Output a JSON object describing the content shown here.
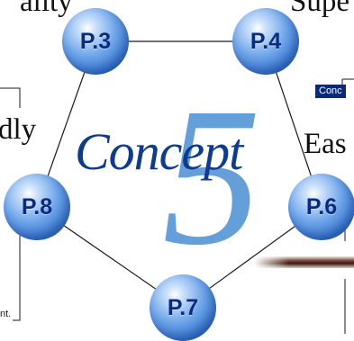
{
  "fragments": {
    "top_left": "ality",
    "top_right": "Supe",
    "mid_left": "dly",
    "mid_right": "Eas"
  },
  "concept_tag": "Conc",
  "tiny_text": "nt.",
  "center_title": {
    "big_digit": "5",
    "word": "Concept"
  },
  "nodes": [
    "P.3",
    "P.4",
    "P.6",
    "P.7",
    "P.8"
  ],
  "colors": {
    "node_blue": "#2f6fcd",
    "node_text": "#0a2b80",
    "concept_text": "#0d3c8e",
    "digit_blue": "#5d9ad8",
    "tag_bg": "#0a2a78"
  }
}
